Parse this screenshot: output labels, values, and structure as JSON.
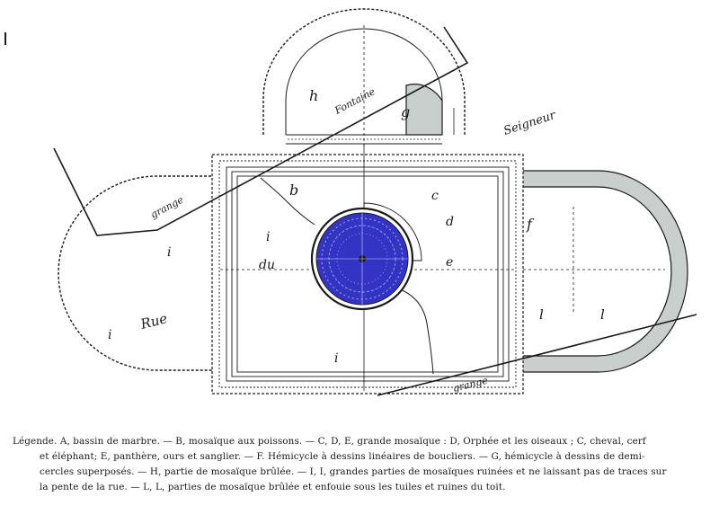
{
  "plan": {
    "labels": {
      "h": "h",
      "g": "g",
      "fontaine": "Fontaine",
      "seigneur": "Seigneur",
      "grange_left": "grange",
      "grange_bottom": "grange",
      "rue": "Rue",
      "du": "du",
      "b": "b",
      "c": "c",
      "d": "d",
      "e": "e",
      "f": "f",
      "l1": "l",
      "l2": "l",
      "i1": "i",
      "i2": "i",
      "i3": "i",
      "i4": "i"
    },
    "colors": {
      "basin_fill": "#3434c4",
      "basin_pattern": "#8f9cf2",
      "wall_fill": "#c9cfcd",
      "ink": "#1a1a1a"
    }
  },
  "legend": {
    "line1": "Légende. A, bassin de marbre. — B, mosaïque aux poissons. — C, D, E, grande mosaïque : D, Orphée et les oiseaux ; C, cheval, cerf",
    "line2": "et éléphant; E, panthère, ours et sanglier. — F. Hémicycle à dessins linéaires de boucliers. — G, hémicycle à dessins de demi-",
    "line3": "cercles superposés. — H, partie de mosaïque brûlée. — I, I, grandes parties de mosaïques ruinées et ne laissant pas de traces sur",
    "line4": "la pente de la rue. — L, L, parties de mosaïque brûlée et enfouie sous les tuiles et ruines du toit."
  }
}
